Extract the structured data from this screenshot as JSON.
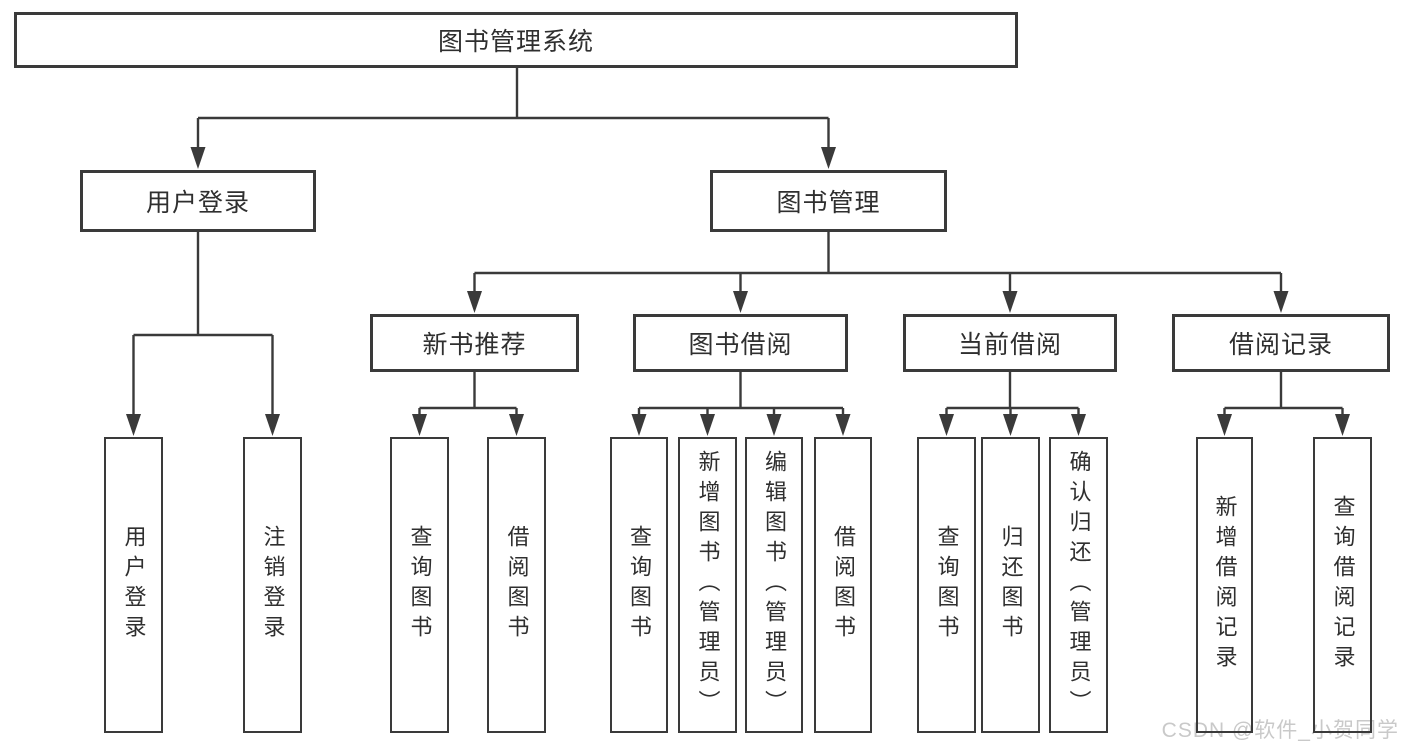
{
  "tree": {
    "root": {
      "label": "图书管理系统"
    },
    "level2": [
      {
        "label": "用户登录",
        "children": [
          "用户登录",
          "注销登录"
        ]
      },
      {
        "label": "图书管理",
        "children": [
          {
            "label": "新书推荐",
            "children": [
              "查询图书",
              "借阅图书"
            ]
          },
          {
            "label": "图书借阅",
            "children": [
              "查询图书",
              "新增图书（管理员）",
              "编辑图书（管理员）",
              "借阅图书"
            ]
          },
          {
            "label": "当前借阅",
            "children": [
              "查询图书",
              "归还图书",
              "确认归还（管理员）"
            ]
          },
          {
            "label": "借阅记录",
            "children": [
              "新增借阅记录",
              "查询借阅记录"
            ]
          }
        ]
      }
    ]
  },
  "watermark": {
    "text": "CSDN @软件_小贺同学"
  },
  "colors": {
    "line": "#3a3a3a",
    "box_border": "#3a3a3a",
    "text": "#2f2f2f",
    "watermark": "#c9c9c9",
    "background": "#ffffff"
  }
}
